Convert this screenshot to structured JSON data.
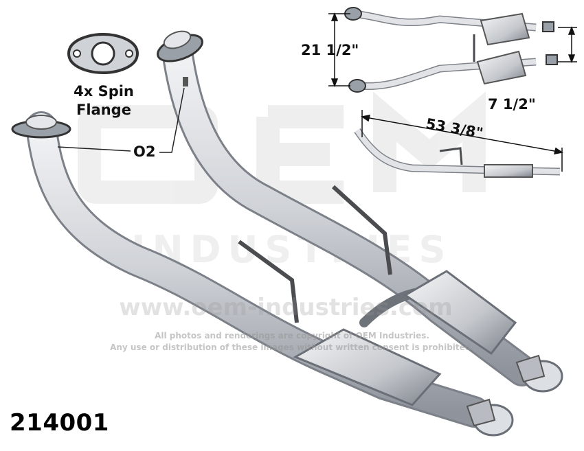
{
  "part_number": "214001",
  "flange_label_line1": "4x Spin",
  "flange_label_line2": "Flange",
  "sensor_label": "O2",
  "dimensions": {
    "height_front": "21 1/2\"",
    "offset_rear": "7 1/2\"",
    "overall_length": "53 3/8\""
  },
  "watermark": {
    "url": "www.oem-industries.com",
    "copyright_line1": "All photos and renderings are copyright of OEM Industries.",
    "copyright_line2": "Any use or distribution of these images without written consent is prohibited."
  },
  "colors": {
    "pipe": "#d4d6da",
    "pipe_shadow": "#9ea3ab",
    "watermark": "#ececec",
    "hanger": "#4a4c50"
  }
}
